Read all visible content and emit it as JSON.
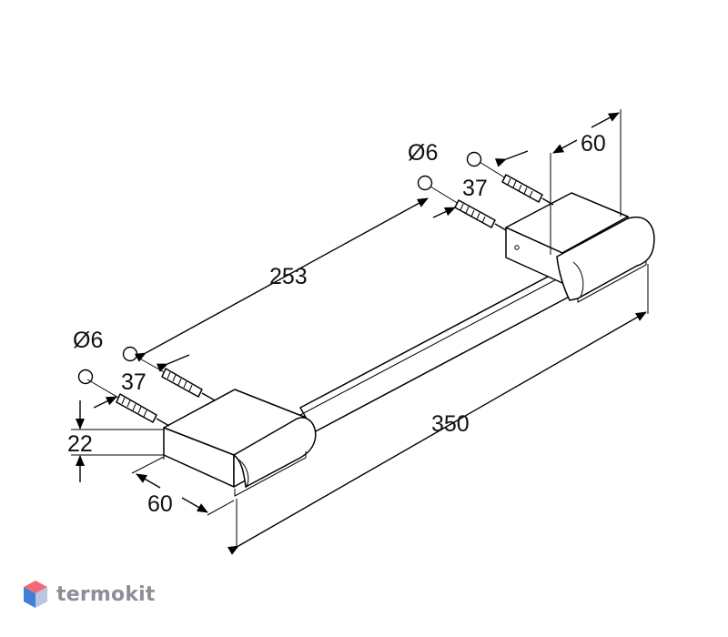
{
  "dimensions": {
    "overall_length": "350",
    "hole_spacing": "253",
    "depth_right": "60",
    "depth_left": "60",
    "height": "22",
    "screw_length_right": "37",
    "screw_length_left": "37",
    "hole_diameter_right": "Ø6",
    "hole_diameter_left": "Ø6"
  },
  "watermark": {
    "text": "termokit",
    "logo_icon": "cube-logo-icon",
    "logo_colors": [
      "#f06a78",
      "#3f7fd6",
      "#b8c6e0"
    ]
  }
}
